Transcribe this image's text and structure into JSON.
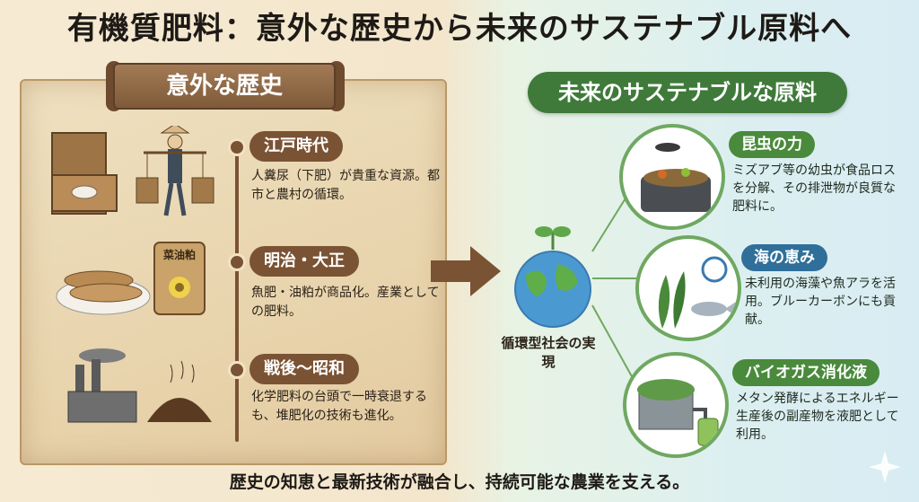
{
  "title": "有機質肥料：意外な歴史から未来のサステナブル原料へ",
  "history": {
    "header": "意外な歴史",
    "eras": [
      {
        "label": "江戸時代",
        "text": "人糞尿（下肥）が貴重な資源。都市と農村の循環。"
      },
      {
        "label": "明治・大正",
        "text": "魚肥・油粕が商品化。産業としての肥料。"
      },
      {
        "label": "戦後〜昭和",
        "text": "化学肥料の台頭で一時衰退するも、堆肥化の技術も進化。"
      }
    ],
    "bag_label": "菜油粕"
  },
  "future": {
    "header": "未来のサステナブルな原料",
    "globe_caption": "循環型社会の実現",
    "items": [
      {
        "label": "昆虫の力",
        "text": "ミズアブ等の幼虫が食品ロスを分解、その排泄物が良質な肥料に。",
        "color": "#4a8a3c"
      },
      {
        "label": "海の恵み",
        "text": "未利用の海藻や魚アラを活用。ブルーカーボンにも貢献。",
        "color": "#2f6f9a"
      },
      {
        "label": "バイオガス消化液",
        "text": "メタン発酵によるエネルギー生産後の副産物を液肥として利用。",
        "color": "#4a8a3c"
      }
    ]
  },
  "footer": "歴史の知恵と最新技術が融合し、持続可能な農業を支える。",
  "colors": {
    "brown": "#7a5334",
    "green": "#3f7a3a",
    "blue": "#2f6f9a"
  }
}
